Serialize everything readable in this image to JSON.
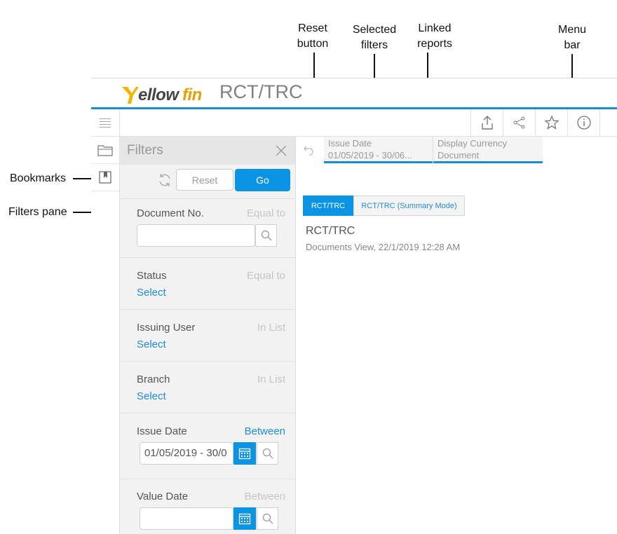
{
  "annotations": {
    "reset_button": "Reset\nbutton",
    "selected_filters": "Selected\nfilters",
    "linked_reports": "Linked\nreports",
    "menu_bar": "Menu\nbar",
    "bookmarks": "Bookmarks",
    "filters_pane": "Filters pane"
  },
  "header": {
    "logo": "Yellowfin",
    "title": "RCT/TRC"
  },
  "toolbar": {
    "icons": [
      "export-icon",
      "share-icon",
      "star-icon",
      "info-icon"
    ]
  },
  "filters": {
    "title": "Filters",
    "reset_label": "Reset",
    "go_label": "Go",
    "items": [
      {
        "label": "Document No.",
        "operator": "Equal to",
        "type": "text",
        "value": ""
      },
      {
        "label": "Status",
        "operator": "Equal to",
        "type": "select",
        "link": "Select"
      },
      {
        "label": "Issuing User",
        "operator": "In List",
        "type": "select",
        "link": "Select"
      },
      {
        "label": "Branch",
        "operator": "In List",
        "type": "select",
        "link": "Select"
      },
      {
        "label": "Issue Date",
        "operator": "Between",
        "type": "date",
        "value": "01/05/2019 - 30/0"
      },
      {
        "label": "Value Date",
        "operator": "Between",
        "type": "date",
        "value": ""
      }
    ]
  },
  "selected_filters": [
    {
      "name": "Issue Date",
      "value": "01/05/2019 - 30/06..."
    },
    {
      "name": "Display Currency",
      "value": "Document"
    }
  ],
  "report_tabs": [
    {
      "label": "RCT/TRC",
      "active": true
    },
    {
      "label": "RCT/TRC (Summary Mode)",
      "active": false
    }
  ],
  "report": {
    "title": "RCT/TRC",
    "subtitle": "Documents View, 22/1/2019 12:28 AM"
  },
  "colors": {
    "accent": "#1a8cd8",
    "button": "#0b93e4",
    "link": "#1f8dd6",
    "logo_yellow": "#f5b400"
  }
}
